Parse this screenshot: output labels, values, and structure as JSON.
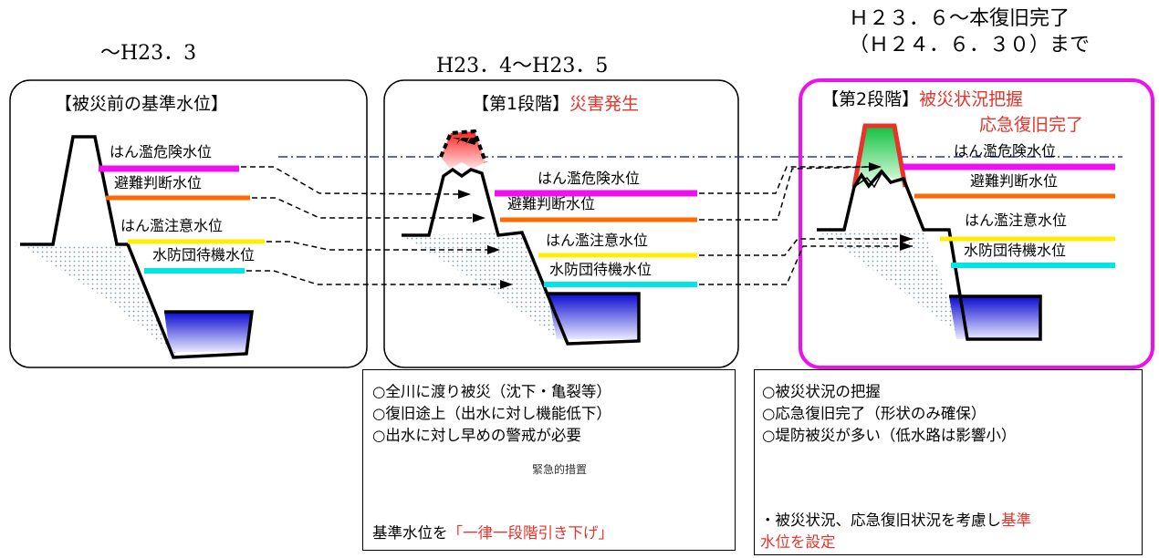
{
  "periods": {
    "before": "～H23．3",
    "stage1": "H23．4～H23．5",
    "stage2_line1": "Ｈ２３．６～本復旧完了",
    "stage2_line2": "（Ｈ２４．６．３０）まで"
  },
  "panels": {
    "before": {
      "title": "【被災前の基準水位】"
    },
    "stage1": {
      "title_prefix": "【第1段階】",
      "title_highlight": "災害発生"
    },
    "stage2": {
      "title_prefix": "【第2段階】",
      "title_highlight_1": "被災状況把握",
      "title_highlight_2": "応急復旧完了"
    }
  },
  "water_levels": {
    "danger": "はん濫危険水位",
    "evacuation": "避難判断水位",
    "caution": "はん濫注意水位",
    "standby": "水防団待機水位"
  },
  "notes": {
    "stage1": {
      "lines": [
        "○全川に渡り被災（沈下・亀裂等）",
        "○復旧途上（出水に対し機能低下）",
        "○出水に対し早めの警戒が必要"
      ],
      "arrow_label": "緊急的措置",
      "result_prefix": "基準水位を",
      "result_highlight": "「一律一段階引き下げ」"
    },
    "stage2": {
      "lines": [
        "○被災状況の把握",
        "○応急復旧完了（形状のみ確保）",
        "○堤防被災が多い（低水路は影響小）"
      ],
      "result_line1_prefix": "・被災状況、応急復旧状況を考慮し",
      "result_line1_highlight": "基準",
      "result_line2_highlight": "水位を設定"
    }
  },
  "colors": {
    "danger": "#ee11ee",
    "evacuation": "#ff6a00",
    "caution": "#ffee00",
    "standby": "#00e5e5",
    "highlight_red": "#e8332a",
    "stage2_border": "#ee11ee",
    "arrow_fill": "#ffee00"
  }
}
